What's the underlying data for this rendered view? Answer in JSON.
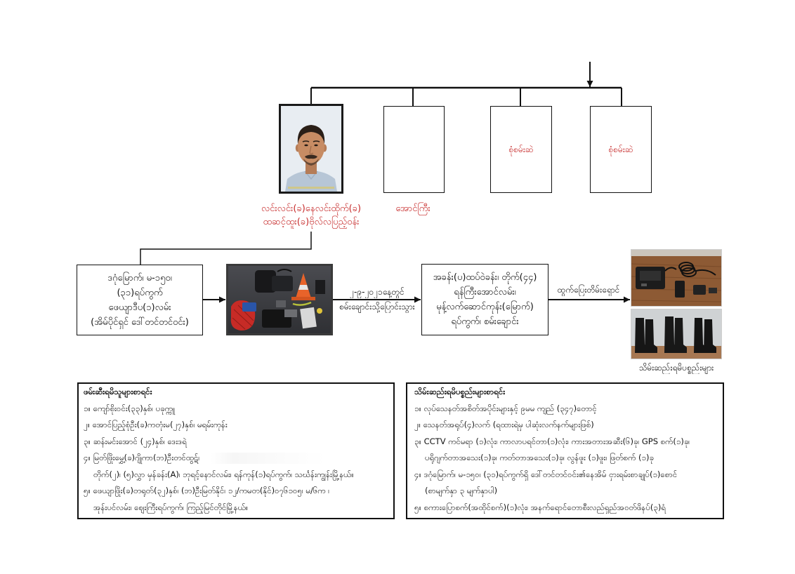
{
  "suspects": {
    "s1": {
      "name_line1": "လင်းလင်း(ခ)နေလင်းထိုက်(ခ)",
      "name_line2": "ထဆင့်ထူး(ခ)ဗိုလ်လပြည့်ဝန်း"
    },
    "s2": {
      "name": "အောင်ကြီး"
    },
    "s3": {
      "status": "စုံစမ်းဆဲ"
    },
    "s4": {
      "status": "စုံစမ်းဆဲ"
    }
  },
  "flow": {
    "first_address": [
      "ဒဂုံမြောက်၊ မ-၁၅၀၊",
      "(၃၁)ရပ်ကွက်",
      "ဖေယျာဒီပ(၁)လမ်း",
      "(အိမ်ပိုင်ရှင် ဒေါ်တင်တင်ဝင်း)"
    ],
    "move_date": "၂-၉-၂၀၂၁နေ့တွင်",
    "move_label": "စမ်းချောင်းသို့ပြောင်းသွား",
    "second_address": [
      "အခန်း(ပ)ထပ်ဝဲခန်း၊ တိုက်(၄၄)",
      "ရန်ကြီးအောင်လမ်း၊",
      "မုန့်လက်ဆောင်ကုန်း(မြောက်)",
      "ရပ်ကွက်၊ စမ်းချောင်း"
    ],
    "flee_label": "ထွက်ပြေးတိမ်းရှောင်",
    "seized_caption": "သိမ်းဆည်းရမိပစ္စည်းများ"
  },
  "arrested_list": {
    "title": "ဖမ်းဆီးရမိသူများစာရင်း",
    "items": [
      {
        "lines": [
          "၁။ ကျော်စိုးဝင်း(၃၃)နှစ်၊ ပခုက္ကူ"
        ]
      },
      {
        "lines": [
          "၂။ အောင်ပြည့်စုံဦး(ခ)ကတုံးမ(၂၇)နှစ်၊ မရမ်းကုန်း"
        ]
      },
      {
        "lines": [
          "၃။ ဆန်းမင်းအောင် (၂၄)နှစ်၊ ဒေးဒရဲ"
        ]
      },
      {
        "lines": [
          "၄။ မြတ်ဖြိုးမွှေ့(ခ)ဂျိုကာ(ဘ)ဦးတင်ထွဋ်၊",
          "တိုက်(၂)၊ (၅)လွှာ မှန်ခန်း(A)၊ ဘုရင့်နောင်လမ်း၊ ရန်ကုန်(၁)ရပ်ကွက်၊ သင်္ဃန်းကျွန်းမြို့နယ်။"
        ]
      },
      {
        "lines": [
          "၅။ ဖေယျာဖြိုး(ခ)တရုတ်(၃၂)နှစ်၊ (ဘ)ဦးမြတ်နိုင်၊ ၁၂/ကမတ(နိုင်)၀၇၆၁၀၅၊ မ/၆က ၊",
          "အုန်းပင်လမ်း၊ ဈေးကြီးရပ်ကွက်၊ ကြည့်မြင်တိုင်မြို့နယ်။"
        ]
      }
    ]
  },
  "seized_list": {
    "title": "သိမ်းဆည်းရမိပစ္စည်းများစာရင်း",
    "items": [
      {
        "lines": [
          "၁။ လုပ်သေနတ်အစိတ်အပိုင်းများနှင့် ၉မမ ကျည် (၃၄၇)တောင့်"
        ]
      },
      {
        "lines": [
          "၂။ သေနတ်အရုပ်(၄)လက် (ရထားရဲမှ ပါဆုံးလက်နက်များဖြစ်)"
        ]
      },
      {
        "lines": [
          "၃။ CCTV ကင်မရာ (၁)လုံး၊ ကာလာပရင်တာ(၁)လုံး၊ ကားအတားအဆီး(၆)ခု၊ GPS စက်(၁)ခု၊",
          "ပရိုဂျက်တာအသေး(၁)ခု၊ ကတ်တာအသေး(၁)ခု၊ လွန်ဖူး (၁)ဖူး၊ ဖြတ်စက် (၁)ခု"
        ]
      },
      {
        "lines": [
          "၄။ ဒဂုံမြောက်၊ မ-၁၅၀၊ (၃၁)ရပ်ကွက်ရှိ ဒေါ်တင်တင်ဝင်း၏နေအိမ် ငှားရမ်းစာချုပ်(၁)စောင်",
          "(စာမျက်နှာ ၃ မျက်နှာပါ)"
        ]
      },
      {
        "lines": [
          "၅။ စကားပြောစက်(အထိုင်စက်)(၁)လုံး၊ အနက်ရောင်တောစီးလည်ရှည်အဝတ်ဖိနပ်(၃)ရံ"
        ]
      }
    ]
  },
  "colors": {
    "accent_red": "#c62828",
    "line": "#111111"
  }
}
